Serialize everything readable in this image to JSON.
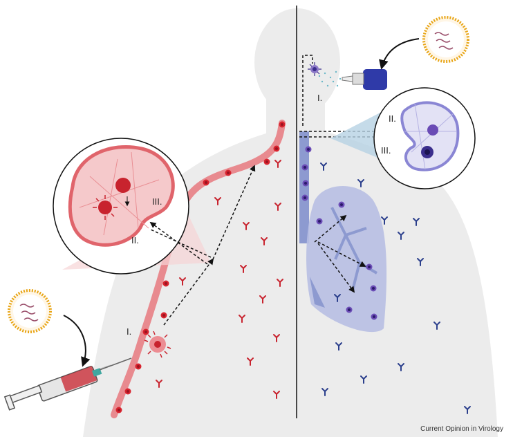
{
  "figure": {
    "credit": "Current Opinion in Virology",
    "left_labels": {
      "step_one": "I.",
      "step_two": "II.",
      "step_three": "III."
    },
    "right_labels": {
      "step_one": "I.",
      "step_two": "II.",
      "step_three": "III."
    },
    "colors": {
      "left_accent": "#e0646b",
      "left_dark": "#c8232e",
      "right_accent": "#6c68c4",
      "right_dark": "#3b2e8c",
      "body": "#ececec",
      "lung": "#b8bfe3",
      "lnp_shell": "#e8a516"
    },
    "icons": [
      "lipid-nanoparticle-icon",
      "syringe-icon",
      "nasal-spray-icon",
      "lymph-node-icon",
      "antibody-icon",
      "dendritic-cell-icon",
      "lung-icon"
    ]
  }
}
